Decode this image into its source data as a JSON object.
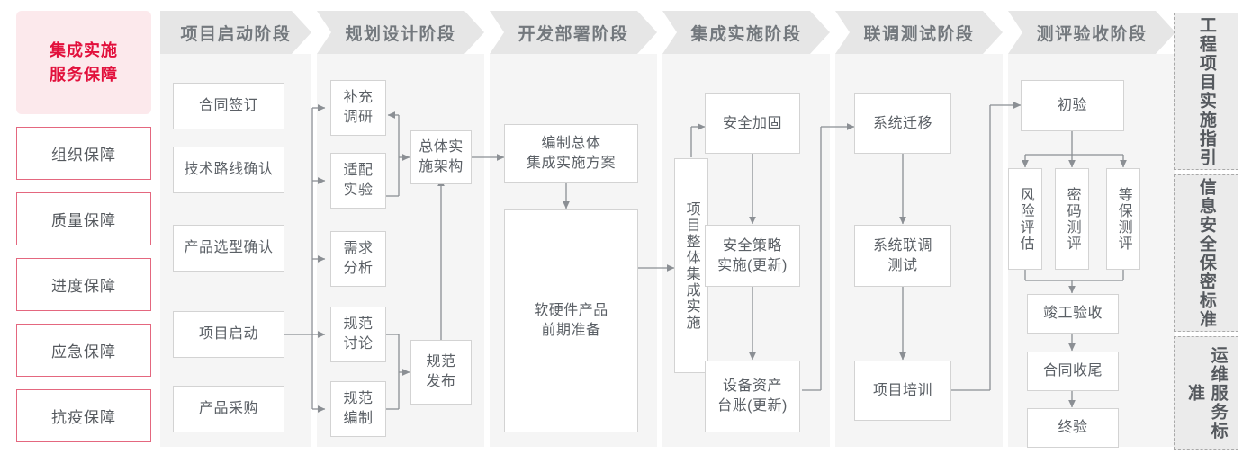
{
  "rail": {
    "title_line1": "集成实施",
    "title_line2": "服务保障",
    "items": [
      {
        "label": "组织保障"
      },
      {
        "label": "质量保障"
      },
      {
        "label": "进度保障"
      },
      {
        "label": "应急保障"
      },
      {
        "label": "抗疫保障"
      }
    ]
  },
  "phases": [
    {
      "title": "项目启动阶段",
      "nodes": [
        {
          "label": "合同签订"
        },
        {
          "label": "技术路线确认"
        },
        {
          "label": "产品选型确认"
        },
        {
          "label": "项目启动"
        },
        {
          "label": "产品采购"
        }
      ]
    },
    {
      "title": "规划设计阶段",
      "nodes": [
        {
          "label": "补充\n调研"
        },
        {
          "label": "适配\n实验"
        },
        {
          "label": "需求\n分析"
        },
        {
          "label": "规范\n讨论"
        },
        {
          "label": "规范\n编制"
        },
        {
          "label": "总体实\n施架构"
        },
        {
          "label": "规范\n发布"
        }
      ]
    },
    {
      "title": "开发部署阶段",
      "nodes": [
        {
          "label": "编制总体\n集成实施方案"
        },
        {
          "label": "软硬件产品\n前期准备"
        }
      ]
    },
    {
      "title": "集成实施阶段",
      "nodes": [
        {
          "label": "项目整体集成实施"
        },
        {
          "label": "安全加固"
        },
        {
          "label": "安全策略\n实施(更新)"
        },
        {
          "label": "设备资产\n台账(更新)"
        }
      ]
    },
    {
      "title": "联调测试阶段",
      "nodes": [
        {
          "label": "系统迁移"
        },
        {
          "label": "系统联调\n测试"
        },
        {
          "label": "项目培训"
        }
      ]
    },
    {
      "title": "测评验收阶段",
      "nodes": [
        {
          "label": "初验"
        },
        {
          "label": "风险评估"
        },
        {
          "label": "密码测评"
        },
        {
          "label": "等保测评"
        },
        {
          "label": "竣工验收"
        },
        {
          "label": "合同收尾"
        },
        {
          "label": "终验"
        }
      ]
    }
  ],
  "standards": [
    {
      "label": "工程项目实施指引"
    },
    {
      "label": "信息安全保密标准"
    },
    {
      "label": "运维服务标准"
    }
  ],
  "colors": {
    "accent_red": "#e2103c",
    "accent_pink_bg": "#fce9ec",
    "accent_border": "#e4677f",
    "header_bg": "#e6e6e6",
    "column_bg": "#f5f5f5",
    "node_border": "#d3d3d3",
    "text_gray": "#5b6066",
    "wire": "#8b8f94"
  }
}
